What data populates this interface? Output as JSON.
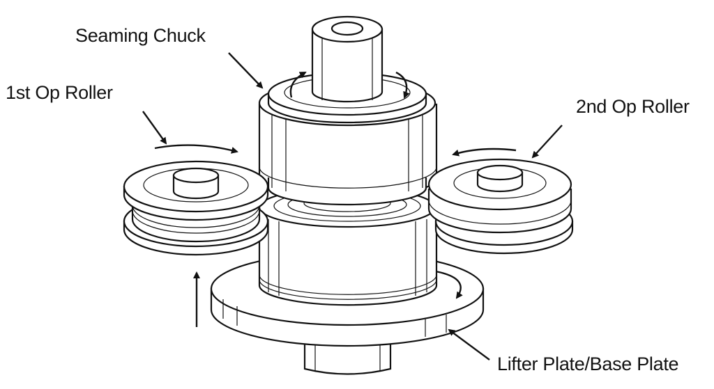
{
  "labels": {
    "seaming_chuck": "Seaming Chuck",
    "first_op_roller": "1st Op Roller",
    "second_op_roller": "2nd Op Roller",
    "lifter_plate": "Lifter Plate/Base Plate"
  },
  "colors": {
    "line": "#111111",
    "background": "#ffffff"
  }
}
